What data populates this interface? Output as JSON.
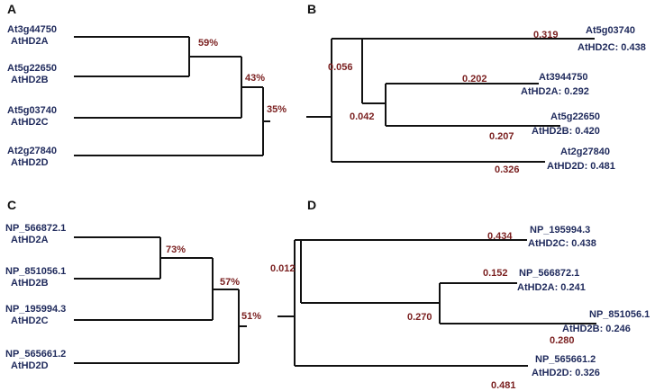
{
  "colors": {
    "leaf_text": "#1f2a5c",
    "support_text": "#7a1f1f",
    "branch": "#111111"
  },
  "panels": [
    {
      "label": "A",
      "leaves": [
        {
          "id": "At3g44750",
          "name": "AtHD2A"
        },
        {
          "id": "At5g22650",
          "name": "AtHD2B"
        },
        {
          "id": "At5g03740",
          "name": "AtHD2C"
        },
        {
          "id": "At2g27840",
          "name": "AtHD2D"
        }
      ],
      "support": [
        "59%",
        "43%",
        "35%"
      ]
    },
    {
      "label": "B",
      "leaves": [
        {
          "id": "At5g03740",
          "name": "AtHD2C",
          "length": "0.438"
        },
        {
          "id": "At3944750",
          "name": "AtHD2A",
          "length": "0.292"
        },
        {
          "id": "At5g22650",
          "name": "AtHD2B",
          "length": "0.420"
        },
        {
          "id": "At2g27840",
          "name": "AtHD2D",
          "length": "0.481"
        }
      ],
      "branch_lengths": [
        "0.319",
        "0.056",
        "0.202",
        "0.042",
        "0.207",
        "0.326"
      ]
    },
    {
      "label": "C",
      "leaves": [
        {
          "id": "NP_566872.1",
          "name": "AtHD2A"
        },
        {
          "id": "NP_851056.1",
          "name": "AtHD2B"
        },
        {
          "id": "NP_195994.3",
          "name": "AtHD2C"
        },
        {
          "id": "NP_565661.2",
          "name": "AtHD2D"
        }
      ],
      "support": [
        "73%",
        "57%",
        "51%"
      ]
    },
    {
      "label": "D",
      "leaves": [
        {
          "id": "NP_195994.3",
          "name": "AtHD2C",
          "length": "0.438"
        },
        {
          "id": "NP_566872.1",
          "name": "AtHD2A",
          "length": "0.241"
        },
        {
          "id": "NP_851056.1",
          "name": "AtHD2B",
          "length": "0.246"
        },
        {
          "id": "NP_565661.2",
          "name": "AtHD2D",
          "length": "0.326"
        }
      ],
      "branch_lengths": [
        "0.434",
        "0.012",
        "0.152",
        "0.270",
        "0.280",
        "0.481"
      ]
    }
  ]
}
